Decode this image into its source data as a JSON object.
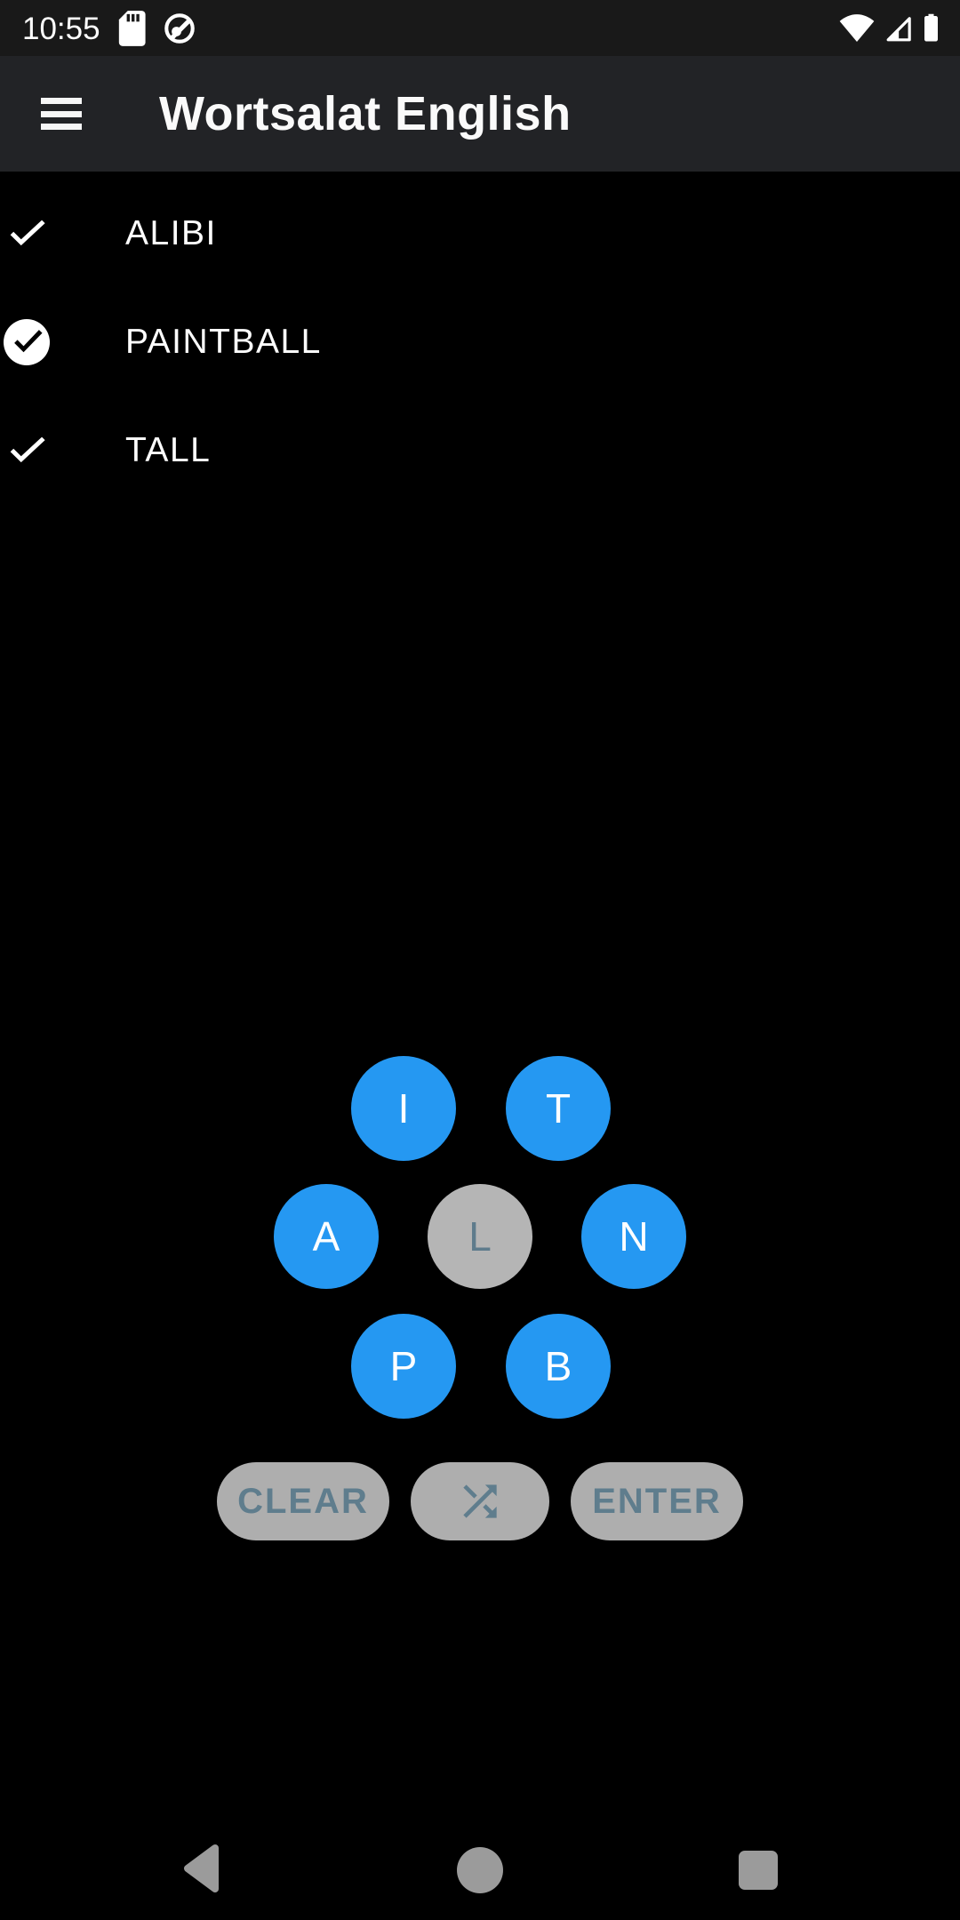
{
  "status_bar": {
    "time": "10:55",
    "left_icons": [
      "sd-card-icon",
      "circle-slash-icon"
    ],
    "right_icons": [
      "wifi-icon",
      "cell-signal-icon",
      "battery-icon"
    ]
  },
  "app_bar": {
    "title": "Wortsalat English"
  },
  "word_list": {
    "items": [
      {
        "label": "ALIBI",
        "icon": "check"
      },
      {
        "label": "PAINTBALL",
        "icon": "check-circle"
      },
      {
        "label": "TALL",
        "icon": "check"
      }
    ]
  },
  "letter_board": {
    "letters": [
      {
        "char": "I",
        "state": "available"
      },
      {
        "char": "T",
        "state": "available"
      },
      {
        "char": "A",
        "state": "available"
      },
      {
        "char": "L",
        "state": "used"
      },
      {
        "char": "N",
        "state": "available"
      },
      {
        "char": "P",
        "state": "available"
      },
      {
        "char": "B",
        "state": "available"
      }
    ]
  },
  "actions": {
    "clear_label": "CLEAR",
    "enter_label": "ENTER",
    "shuffle_icon": "shuffle-icon"
  },
  "nav_bar": {
    "icons": [
      "back-icon",
      "home-icon",
      "recents-icon"
    ]
  },
  "colors": {
    "letter_available": "#2598F2",
    "letter_used_bg": "#B5B5B5",
    "letter_used_text": "#5E7B8C",
    "action_bg": "#AEAEAE",
    "action_text": "#5F7D8D",
    "status_bar_bg": "#191919",
    "app_bar_bg": "#222326",
    "nav_icon": "#9B9B9B",
    "text_primary": "#FFFFFF"
  }
}
